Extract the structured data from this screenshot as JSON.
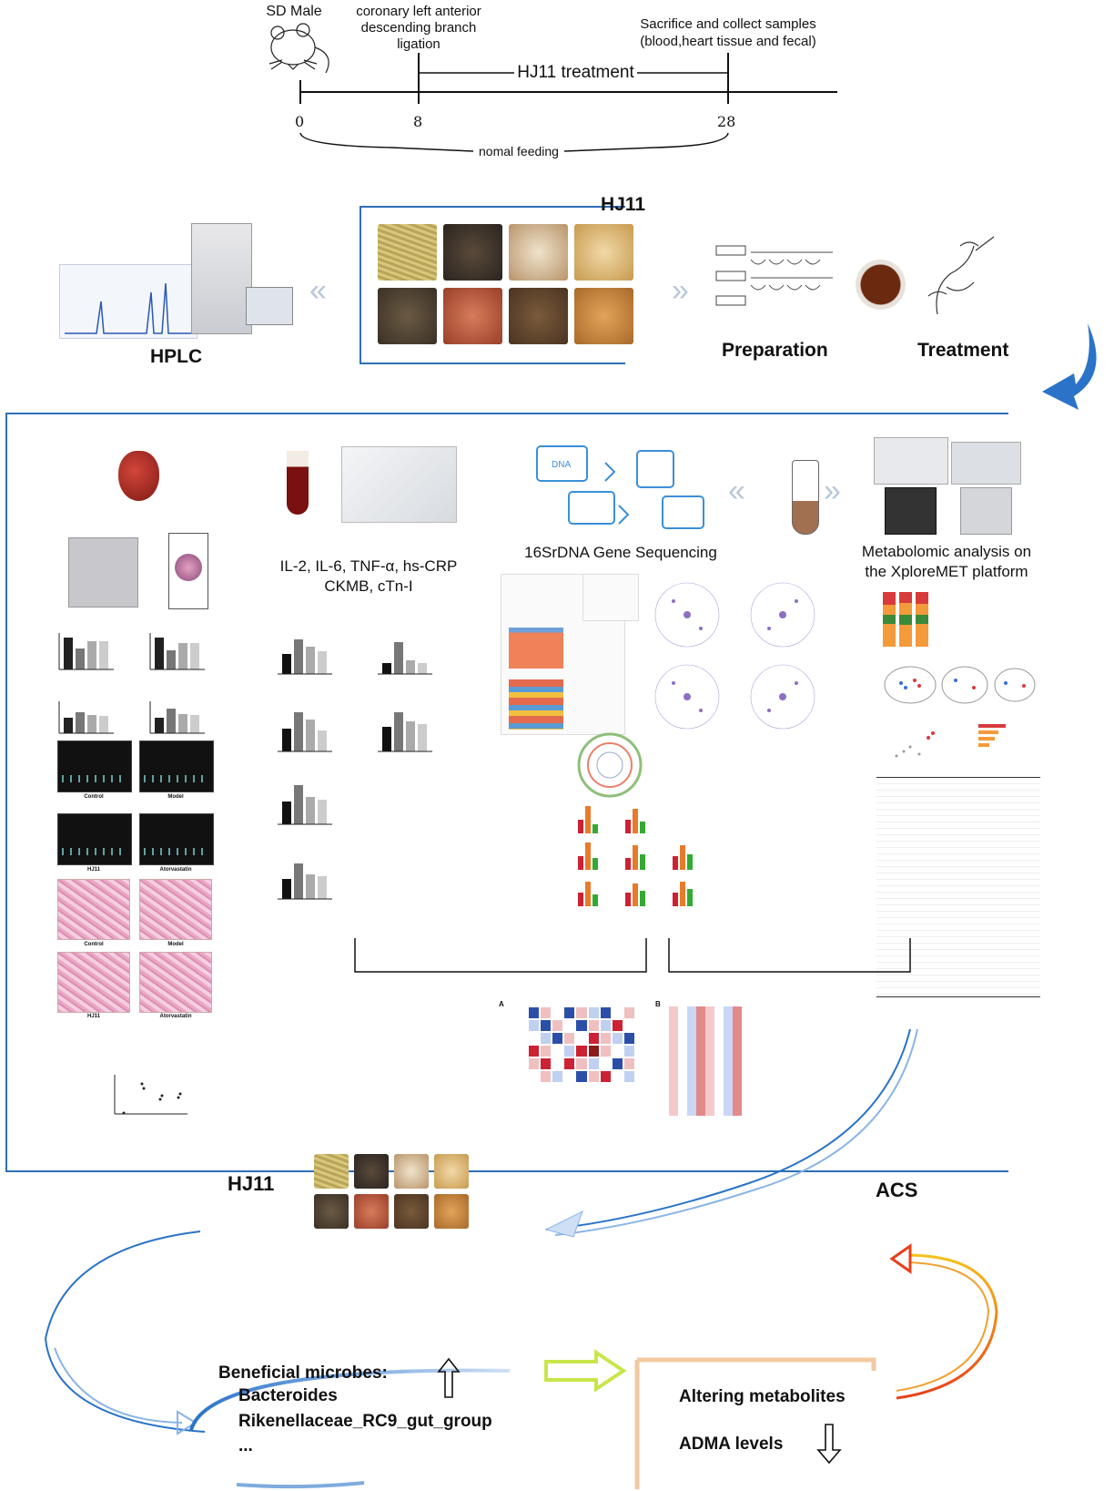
{
  "timeline": {
    "animal": "SD Male",
    "surgery": "coronary left anterior descending branch ligation",
    "sacrifice_line1": "Sacrifice and collect samples",
    "sacrifice_line2": "(blood,heart tissue and fecal)",
    "treatment": "HJ11 treatment",
    "day0": "0",
    "day8": "8",
    "day28": "28",
    "feeding": "nomal feeding"
  },
  "prep": {
    "hj11_title": "HJ11",
    "hplc": "HPLC",
    "preparation": "Preparation",
    "treatment": "Treatment"
  },
  "analysis": {
    "cytokines_line1": "IL-2, IL-6, TNF-α, hs-CRP",
    "cytokines_line2": "CKMB, cTn-I",
    "sequencing": "16SrDNA Gene Sequencing",
    "metabolomics_line1": "Metabolomic analysis on",
    "metabolomics_line2": "the XploreMET platform",
    "echo_labels": [
      "Control",
      "Model",
      "HJ11",
      "Atorvastatin"
    ],
    "he_labels": [
      "Control",
      "Model",
      "HJ11",
      "Atorvastatin"
    ],
    "heatmap_a": "A",
    "heatmap_b": "B"
  },
  "summary": {
    "hj11": "HJ11",
    "acs": "ACS",
    "microbes_title": "Beneficial microbes:",
    "microbe1": "Bacteroides",
    "microbe2": "Rikenellaceae_RC9_gut_group",
    "ellipsis": "...",
    "metabolites": "Altering metabolites",
    "adma": "ADMA levels"
  },
  "colors": {
    "frame_blue": "#2e6fb5",
    "arrow_blue": "#2a73c8",
    "acs_arrow_red": "#e8401a",
    "acs_arrow_yellow": "#f5c21a",
    "box_orange": "#f3c9a0",
    "green_arrow": "#c8e64a"
  }
}
